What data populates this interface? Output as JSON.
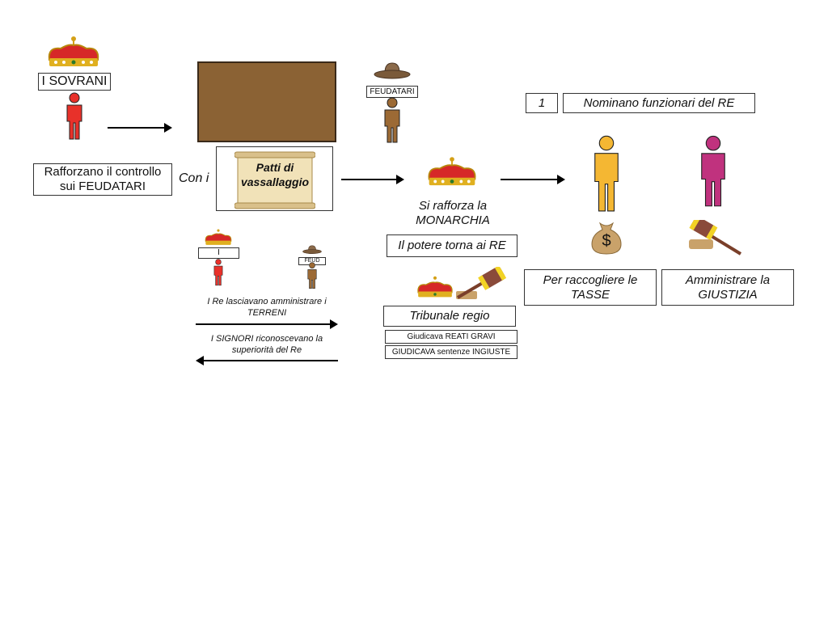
{
  "left": {
    "sovrani_label": "I SOVRANI",
    "rafforzano": "Rafforzano il controllo sui FEUDATARI"
  },
  "center": {
    "con_i": "Con i",
    "patti": "Patti di vassallaggio",
    "feudatari_label": "FEUDATARI"
  },
  "relations": {
    "re_lasciavano": "I Re lasciavano amministrare i TERRENI",
    "signori_riconoscevano": "I SIGNORI riconoscevano la superiorità del Re",
    "small_king_label": "I",
    "small_feudatari_label": "FEUD"
  },
  "monarchia": {
    "si_rafforza": "Si rafforza la MONARCHIA",
    "potere": "Il potere torna ai RE"
  },
  "tribunale": {
    "title": "Tribunale regio",
    "line1": "Giudicava REATI GRAVI",
    "line2": "GIUDICAVA sentenze INGIUSTE"
  },
  "funzionari": {
    "number": "1",
    "title": "Nominano funzionari del RE",
    "tasse": "Per raccogliere le TASSE",
    "giustizia": "Amministrare la GIUSTIZIA",
    "money_symbol": "$"
  },
  "colors": {
    "king": "#e8312a",
    "feudatario": "#9c6a35",
    "official_tax": "#f4b733",
    "official_justice": "#c0327e",
    "board": "#8b6234"
  },
  "icons": [
    "crown-icon",
    "person-icon",
    "hat-icon",
    "scroll-icon",
    "gavel-icon",
    "money-bag-icon"
  ]
}
